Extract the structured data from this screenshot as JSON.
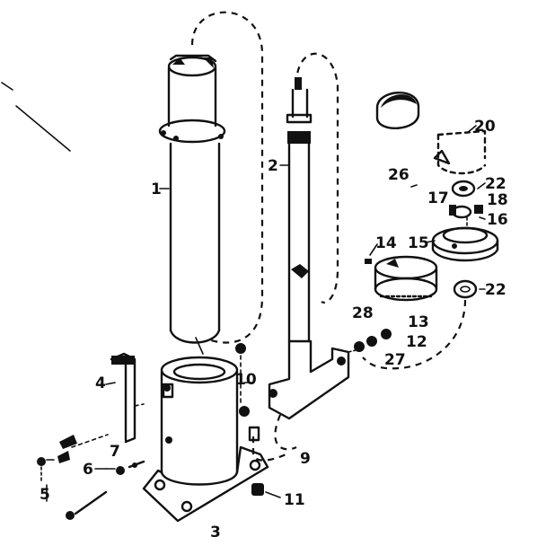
{
  "callouts": [
    {
      "id": "c1",
      "text": "1"
    },
    {
      "id": "c2",
      "text": "2"
    },
    {
      "id": "c3",
      "text": "3"
    },
    {
      "id": "c4",
      "text": "4"
    },
    {
      "id": "c5",
      "text": "5"
    },
    {
      "id": "c6",
      "text": "6"
    },
    {
      "id": "c7",
      "text": "7"
    },
    {
      "id": "c9",
      "text": "9"
    },
    {
      "id": "c10",
      "text": "10"
    },
    {
      "id": "c11",
      "text": "11"
    },
    {
      "id": "c12",
      "text": "12"
    },
    {
      "id": "c13",
      "text": "13"
    },
    {
      "id": "c14",
      "text": "14"
    },
    {
      "id": "c15",
      "text": "15"
    },
    {
      "id": "c16",
      "text": "16"
    },
    {
      "id": "c17",
      "text": "17"
    },
    {
      "id": "c18",
      "text": "18"
    },
    {
      "id": "c20",
      "text": "20"
    },
    {
      "id": "c22a",
      "text": "22"
    },
    {
      "id": "c22b",
      "text": "22"
    },
    {
      "id": "c26",
      "text": "26"
    },
    {
      "id": "c27",
      "text": "27"
    },
    {
      "id": "c28",
      "text": "28"
    }
  ]
}
